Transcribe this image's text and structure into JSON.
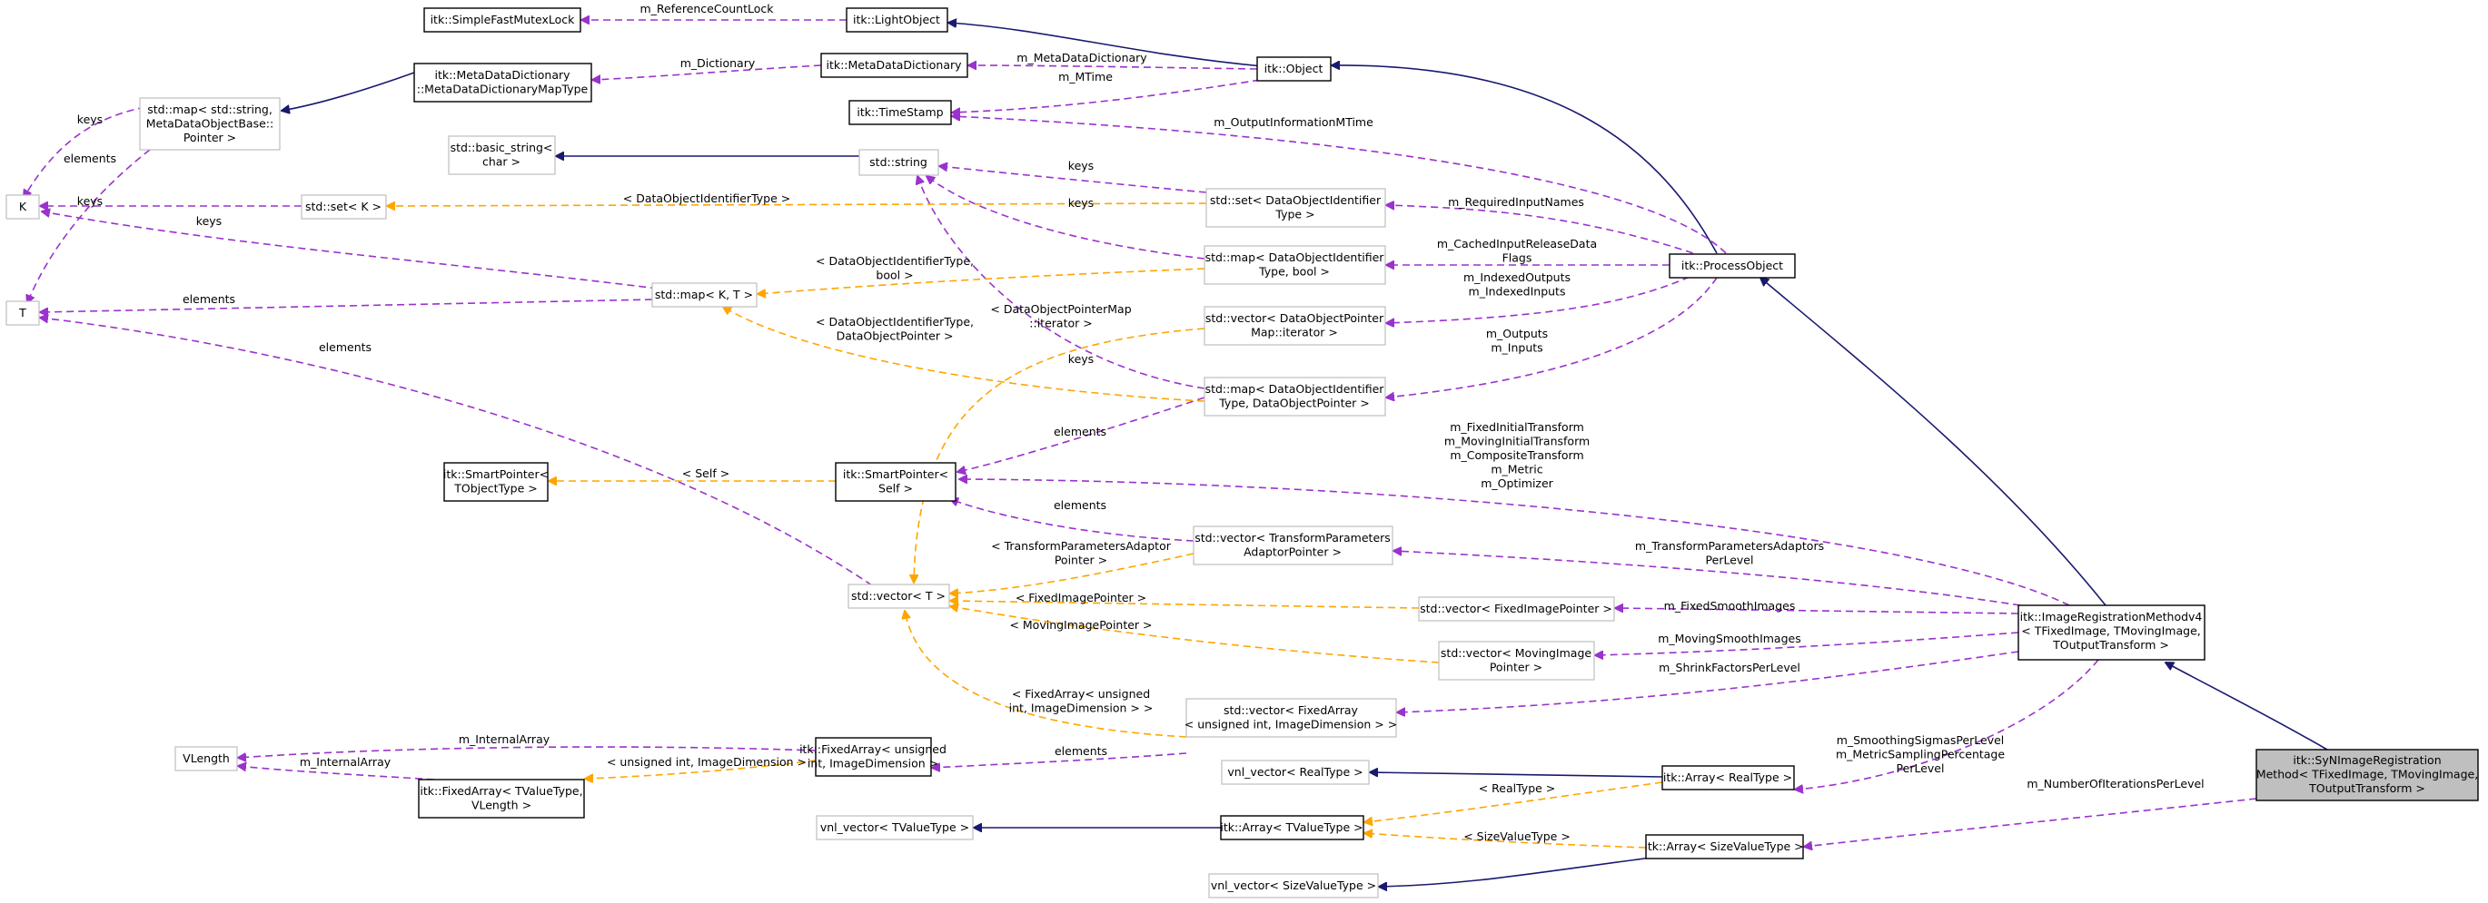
{
  "colors": {
    "inheritance": "#191970",
    "usage": "#9a32cd",
    "template": "#ffa500",
    "focus_fill": "#bfbfbf",
    "grey_border": "#bfbfbf"
  },
  "nodes": {
    "simplefastmutexlock": {
      "lines": [
        "itk::SimpleFastMutexLock"
      ]
    },
    "lightobject": {
      "lines": [
        "itk::LightObject"
      ]
    },
    "metadatadictionary": {
      "lines": [
        "itk::MetaDataDictionary"
      ]
    },
    "object": {
      "lines": [
        "itk::Object"
      ]
    },
    "mddmaptype": {
      "lines": [
        "itk::MetaDataDictionary",
        "::MetaDataDictionaryMapType"
      ]
    },
    "stdmapstring": {
      "lines": [
        "std::map< std::string,",
        "MetaDataObjectBase::",
        "Pointer >"
      ]
    },
    "timestamp": {
      "lines": [
        "itk::TimeStamp"
      ]
    },
    "basicstring": {
      "lines": [
        "std::basic_string<",
        "char >"
      ]
    },
    "stdstring": {
      "lines": [
        "std::string"
      ]
    },
    "K": {
      "lines": [
        "K"
      ]
    },
    "stdsetK": {
      "lines": [
        "std::set< K >"
      ]
    },
    "setdoit": {
      "lines": [
        "std::set< DataObjectIdentifier",
        "Type >"
      ]
    },
    "processobject": {
      "lines": [
        "itk::ProcessObject"
      ]
    },
    "mapdoitbool": {
      "lines": [
        "std::map< DataObjectIdentifier",
        "Type, bool >"
      ]
    },
    "T": {
      "lines": [
        "T"
      ]
    },
    "stdmapKT": {
      "lines": [
        "std::map< K, T >"
      ]
    },
    "vecdopmapiter": {
      "lines": [
        "std::vector< DataObjectPointer",
        "Map::iterator >"
      ]
    },
    "mapdoitdop": {
      "lines": [
        "std::map< DataObjectIdentifier",
        "Type, DataObjectPointer >"
      ]
    },
    "smartpointerT": {
      "lines": [
        "itk::SmartPointer<",
        "TObjectType >"
      ]
    },
    "smartpointerSelf": {
      "lines": [
        "itk::SmartPointer<",
        "Self >"
      ]
    },
    "vectpap": {
      "lines": [
        "std::vector< TransformParameters",
        "AdaptorPointer >"
      ]
    },
    "stdvectorT": {
      "lines": [
        "std::vector< T >"
      ]
    },
    "vecfip": {
      "lines": [
        "std::vector< FixedImagePointer >"
      ]
    },
    "irmv4": {
      "lines": [
        "itk::ImageRegistrationMethodv4",
        "< TFixedImage, TMovingImage,",
        "TOutputTransform >"
      ]
    },
    "vecmip": {
      "lines": [
        "std::vector< MovingImage",
        "Pointer >"
      ]
    },
    "vecfixedarray": {
      "lines": [
        "std::vector< FixedArray",
        "< unsigned int, ImageDimension > >"
      ]
    },
    "vlength": {
      "lines": [
        "VLength"
      ]
    },
    "fixedarrayuint": {
      "lines": [
        "itk::FixedArray< unsigned",
        "int, ImageDimension >"
      ]
    },
    "vnlreal": {
      "lines": [
        "vnl_vector< RealType >"
      ]
    },
    "arrayreal": {
      "lines": [
        "itk::Array< RealType >"
      ]
    },
    "syn": {
      "lines": [
        "itk::SyNImageRegistration",
        "Method< TFixedImage, TMovingImage,",
        "TOutputTransform >"
      ]
    },
    "fixedarraytvalue": {
      "lines": [
        "itk::FixedArray< TValueType,",
        "VLength >"
      ]
    },
    "vnltvalue": {
      "lines": [
        "vnl_vector< TValueType >"
      ]
    },
    "arraytvalue": {
      "lines": [
        "itk::Array< TValueType >"
      ]
    },
    "arraysize": {
      "lines": [
        "itk::Array< SizeValueType >"
      ]
    },
    "vnlsize": {
      "lines": [
        "vnl_vector< SizeValueType >"
      ]
    }
  },
  "edge_labels": {
    "m_referencecountlock": [
      "m_ReferenceCountLock"
    ],
    "m_dictionary": [
      "m_Dictionary"
    ],
    "m_metadatadictionary": [
      "m_MetaDataDictionary"
    ],
    "m_mtime": [
      "m_MTime"
    ],
    "m_outputinformationmtime": [
      "m_OutputInformationMTime"
    ],
    "keys_stdmapstring": [
      "keys"
    ],
    "elements_stdmapstring": [
      "elements"
    ],
    "keys_setdoit": [
      "keys"
    ],
    "keys_mapdoitbool": [
      "keys"
    ],
    "dataobjectidentifiertype_set": [
      "< DataObjectIdentifierType >"
    ],
    "keys_stdsetK": [
      "keys"
    ],
    "keys_stdmapKT": [
      "keys"
    ],
    "elements_stdmapKT": [
      "elements"
    ],
    "elements_stdvectorT": [
      "elements"
    ],
    "m_requiredinputnames": [
      "m_RequiredInputNames"
    ],
    "m_cachedinputreleasedataflags": [
      "m_CachedInputReleaseData",
      "Flags"
    ],
    "m_indexedoutputs": [
      "m_IndexedOutputs",
      "m_IndexedInputs"
    ],
    "m_outputs": [
      "m_Outputs",
      "m_Inputs"
    ],
    "doitbool_tmpl": [
      "< DataObjectIdentifierType,",
      "bool >"
    ],
    "doitdop_tmpl": [
      "< DataObjectIdentifierType,",
      "DataObjectPointer >"
    ],
    "dopmapiter_tmpl": [
      "< DataObjectPointerMap",
      "::iterator >"
    ],
    "keys_mapdoitdop": [
      "keys"
    ],
    "elements_mapdoitdop": [
      "elements"
    ],
    "self_tmpl": [
      "< Self >"
    ],
    "m_transforms": [
      "m_FixedInitialTransform",
      "m_MovingInitialTransform",
      "m_CompositeTransform",
      "m_Metric",
      "m_Optimizer"
    ],
    "elements_vectpap": [
      "elements"
    ],
    "tpap_tmpl": [
      "< TransformParametersAdaptor",
      "Pointer >"
    ],
    "m_transformparametersadaptors": [
      "m_TransformParametersAdaptors",
      "PerLevel"
    ],
    "fip_tmpl": [
      "< FixedImagePointer >"
    ],
    "m_fixedsmoothimages": [
      "m_FixedSmoothImages"
    ],
    "mip_tmpl": [
      "< MovingImagePointer >"
    ],
    "m_movingsmoothimages": [
      "m_MovingSmoothImages"
    ],
    "m_shrinkfactorsperlevel": [
      "m_ShrinkFactorsPerLevel"
    ],
    "fixedarray_tmpl": [
      "< FixedArray< unsigned",
      "int, ImageDimension > >"
    ],
    "elements_vecfixedarray": [
      "elements"
    ],
    "m_internalarray_1": [
      "m_InternalArray"
    ],
    "m_internalarray_2": [
      "m_InternalArray"
    ],
    "uint_tmpl": [
      "< unsigned int, ImageDimension >"
    ],
    "m_smoothingsigmas": [
      "m_SmoothingSigmasPerLevel",
      "m_MetricSamplingPercentage",
      "PerLevel"
    ],
    "realtype_tmpl": [
      "< RealType >"
    ],
    "sizevaluetype_tmpl": [
      "< SizeValueType >"
    ],
    "m_numberofiterationsperlevel": [
      "m_NumberOfIterationsPerLevel"
    ]
  }
}
